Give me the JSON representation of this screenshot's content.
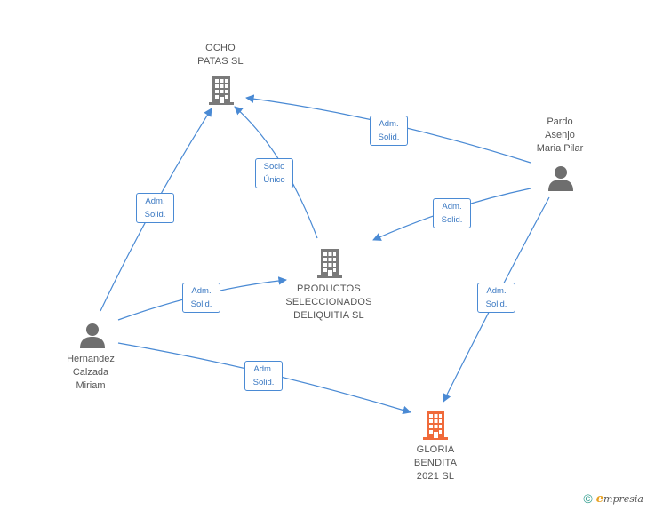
{
  "colors": {
    "edge": "#4a8ad4",
    "company_icon": "#7a7a7a",
    "highlight_icon": "#f06a3a",
    "person_icon": "#6e6e6e"
  },
  "nodes": {
    "ocho": {
      "lines": [
        "OCHO",
        "PATAS  SL"
      ]
    },
    "productos": {
      "lines": [
        "PRODUCTOS",
        "SELECCIONADOS",
        "DELIQUITIA SL"
      ]
    },
    "gloria": {
      "lines": [
        "GLORIA",
        "BENDITA",
        "2021  SL"
      ]
    },
    "pardo": {
      "lines": [
        "Pardo",
        "Asenjo",
        "Maria Pilar"
      ]
    },
    "hernandez": {
      "lines": [
        "Hernandez",
        "Calzada",
        "Miriam"
      ]
    }
  },
  "edges": {
    "pardo_ocho": {
      "lines": [
        "Adm.",
        "Solid."
      ]
    },
    "pardo_productos": {
      "lines": [
        "Adm.",
        "Solid."
      ]
    },
    "pardo_gloria": {
      "lines": [
        "Adm.",
        "Solid."
      ]
    },
    "productos_ocho": {
      "lines": [
        "Socio",
        "Único"
      ]
    },
    "hernandez_ocho": {
      "lines": [
        "Adm.",
        "Solid."
      ]
    },
    "hernandez_productos": {
      "lines": [
        "Adm.",
        "Solid."
      ]
    },
    "hernandez_gloria": {
      "lines": [
        "Adm.",
        "Solid."
      ]
    }
  },
  "footer": {
    "copyright_symbol": "©",
    "brand_initial": "e",
    "brand_rest": "mpresia"
  }
}
